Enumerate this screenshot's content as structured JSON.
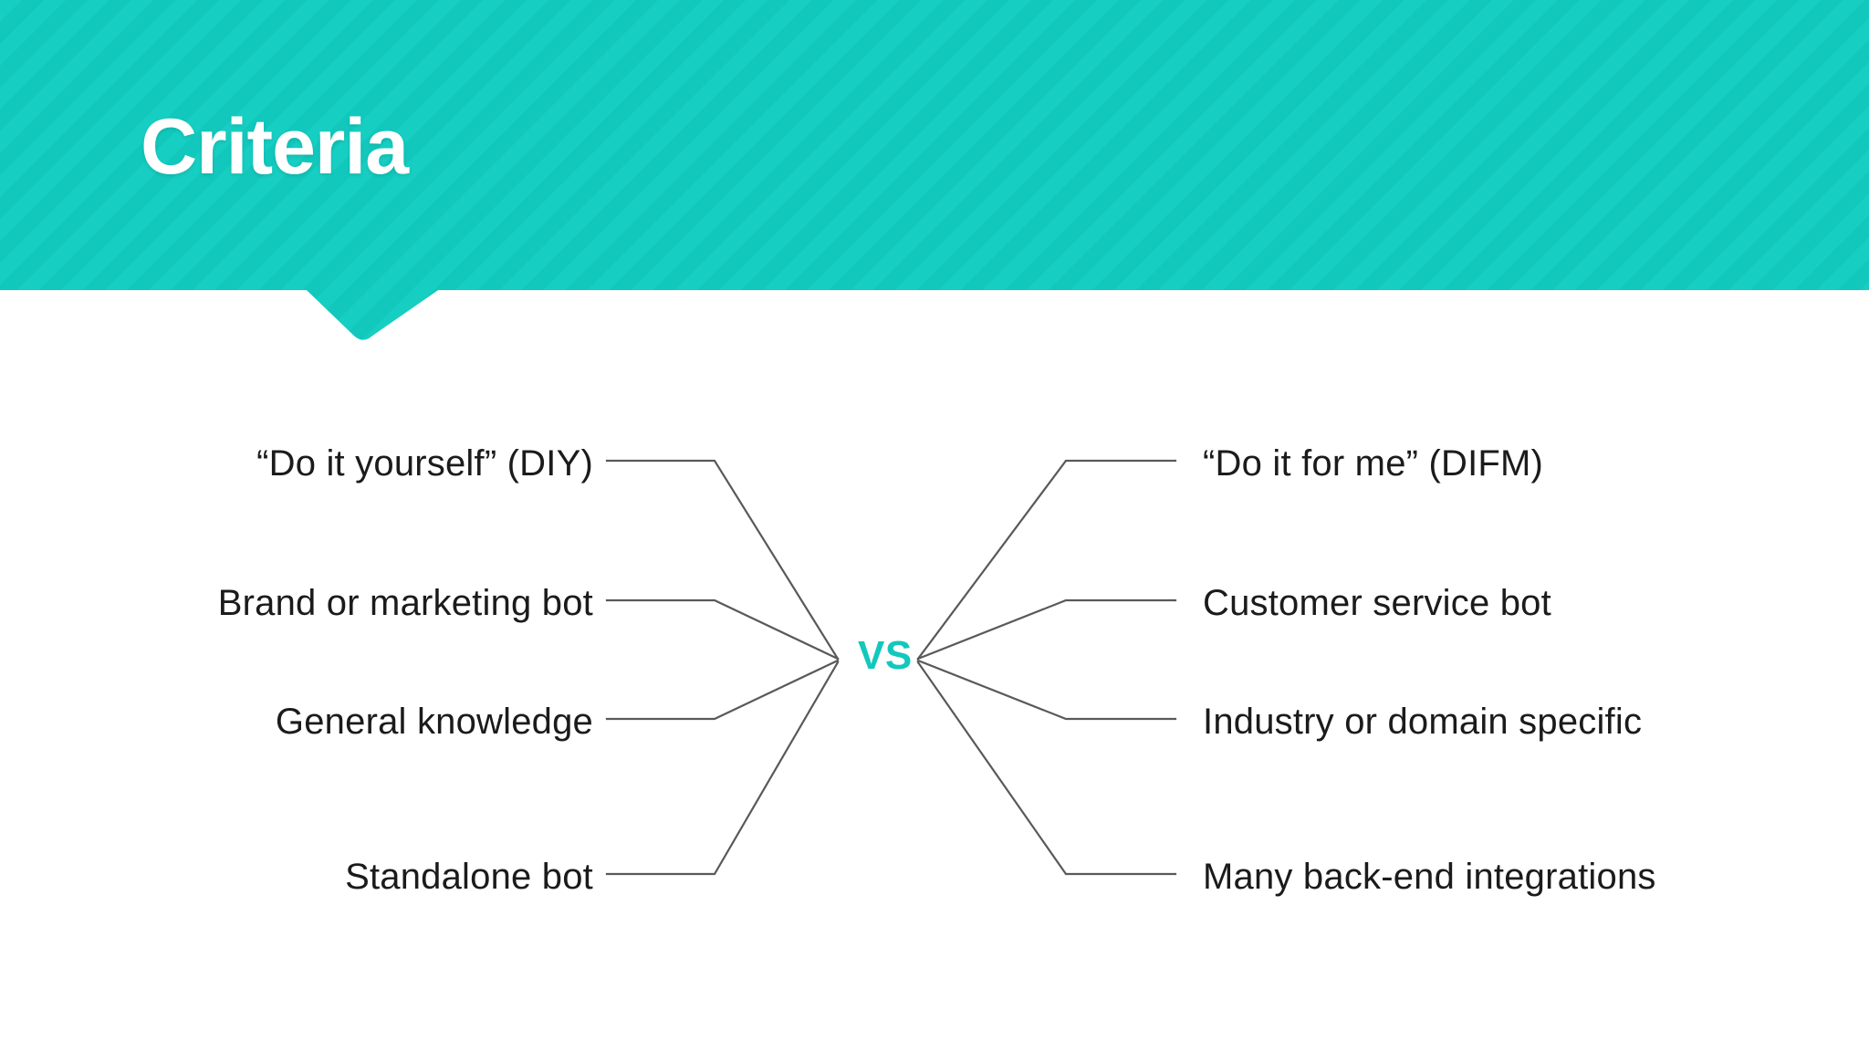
{
  "slide": {
    "background_color": "#FFFFFF",
    "accent_color": "#12C8BC",
    "accent_color_dark": "#0FBCB1",
    "line_color": "#595959",
    "text_color": "#1B1B1B"
  },
  "header": {
    "title": "Criteria",
    "background_color": "#12C8BC",
    "stripe_color": "#17CFC3",
    "title_color": "#FFFFFF"
  },
  "comparison": {
    "center_label": "VS",
    "center_label_color": "#12C8BC",
    "left_column": [
      {
        "label": "“Do it yourself” (DIY)"
      },
      {
        "label": "Brand or marketing bot"
      },
      {
        "label": "General knowledge"
      },
      {
        "label": "Standalone bot"
      }
    ],
    "right_column": [
      {
        "label": "“Do it for me” (DIFM)"
      },
      {
        "label": "Customer service bot"
      },
      {
        "label": "Industry or domain specific"
      },
      {
        "label": "Many back-end integrations"
      }
    ]
  }
}
